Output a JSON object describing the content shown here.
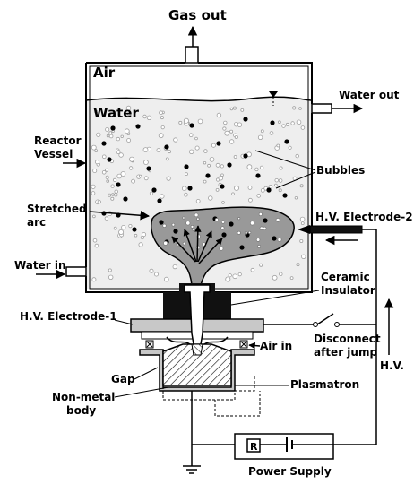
{
  "labels": {
    "gas_out": "Gas out",
    "air": "Air",
    "water": "Water",
    "water_out": "Water out",
    "reactor_vessel_1": "Reactor",
    "reactor_vessel_2": "Vessel",
    "bubbles": "Bubbles",
    "stretched_arc_1": "Stretched",
    "stretched_arc_2": "arc",
    "hv_electrode_2": "H.V. Electrode-2",
    "water_in": "Water in",
    "ceramic_insulator_1": "Ceramic",
    "ceramic_insulator_2": "Insulator",
    "hv_electrode_1": "H.V. Electrode-1",
    "disconnect_1": "Disconnect",
    "disconnect_2": "after jump",
    "air_in": "Air in",
    "hv": "H.V.",
    "gap": "Gap",
    "plasmatron": "Plasmatron",
    "non_metal_body_1": "Non-metal",
    "non_metal_body_2": "body",
    "resistor": "R",
    "power_supply": "Power Supply"
  },
  "colors": {
    "stroke": "#000000",
    "water_fill": "#eeeeee",
    "arc_fill": "#999999",
    "bubble_outline": "#a0a0a0",
    "electrode_fill": "#111111",
    "body_fill": "#c8c8c8"
  }
}
